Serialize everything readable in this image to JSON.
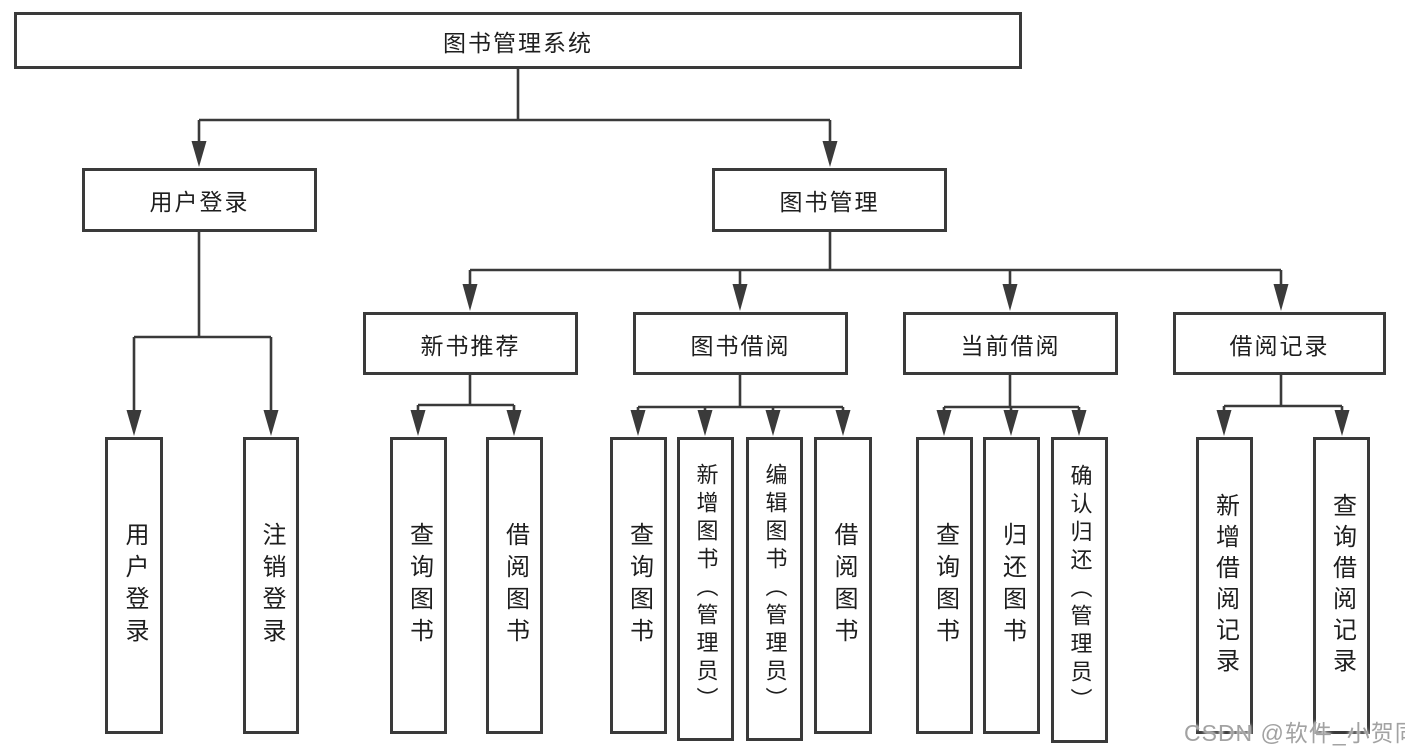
{
  "tree": {
    "root": {
      "label": "图书管理系统"
    },
    "branches": [
      {
        "label": "用户登录",
        "children": [
          {
            "label": "用户登录"
          },
          {
            "label": "注销登录"
          }
        ]
      },
      {
        "label": "图书管理",
        "children": [
          {
            "label": "新书推荐",
            "children": [
              {
                "label": "查询图书"
              },
              {
                "label": "借阅图书"
              }
            ]
          },
          {
            "label": "图书借阅",
            "children": [
              {
                "label": "查询图书"
              },
              {
                "label": "新增图书（管理员）"
              },
              {
                "label": "编辑图书（管理员）"
              },
              {
                "label": "借阅图书"
              }
            ]
          },
          {
            "label": "当前借阅",
            "children": [
              {
                "label": "查询图书"
              },
              {
                "label": "归还图书"
              },
              {
                "label": "确认归还（管理员）"
              }
            ]
          },
          {
            "label": "借阅记录",
            "children": [
              {
                "label": "新增借阅记录"
              },
              {
                "label": "查询借阅记录"
              }
            ]
          }
        ]
      }
    ]
  },
  "watermark": {
    "text": "CSDN @软件_小贺同学"
  },
  "colors": {
    "line": "#3a3a3a",
    "text": "#1e1e1e",
    "watermark": "#a2a2a2",
    "background": "#ffffff"
  }
}
